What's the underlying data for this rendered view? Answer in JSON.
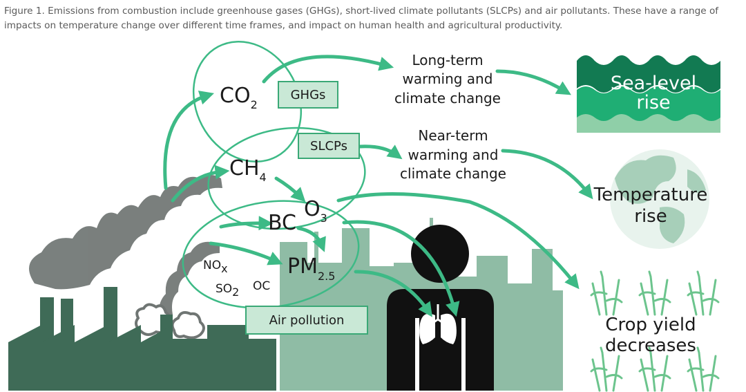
{
  "caption": "Figure 1. Emissions from combustion include greenhouse gases (GHGs), short-lived climate pollutants (SLCPs) and air pollutants. These have a range of impacts on temperature change over different time frames, and impact on human health and agricultural productivity.",
  "pollutants": {
    "co2": {
      "main": "CO",
      "sub": "2"
    },
    "ch4": {
      "main": "CH",
      "sub": "4"
    },
    "bc": "BC",
    "o3": {
      "main": "O",
      "sub": "3"
    },
    "pm25": {
      "main": "PM",
      "sub": "2.5"
    },
    "nox": {
      "main": "NO",
      "sub": "x"
    },
    "so2": {
      "main": "SO",
      "sub": "2"
    },
    "oc": "OC"
  },
  "categories": {
    "ghgs": "GHGs",
    "slcps": "SLCPs",
    "air_pollution": "Air pollution"
  },
  "effects": {
    "long_term": [
      "Long-term",
      "warming and",
      "climate change"
    ],
    "near_term": [
      "Near-term",
      "warming and",
      "climate change"
    ]
  },
  "impacts": {
    "sea_level": [
      "Sea-level",
      "rise"
    ],
    "temperature": [
      "Temperature",
      "rise"
    ],
    "crop": [
      "Crop yield",
      "decreases"
    ]
  },
  "colors": {
    "accent": "#3dba86",
    "box_fill": "#c9e8d6",
    "box_stroke": "#3aa876",
    "factory": "#3f6b57",
    "city": "#8fbca5",
    "smoke": "#6f7573",
    "person": "#111111",
    "sea_dark": "#127a52",
    "sea_mid": "#1fae74",
    "sea_light": "#8fcfa8",
    "globe": "#a7cfb9",
    "crop": "#6cc48d"
  }
}
